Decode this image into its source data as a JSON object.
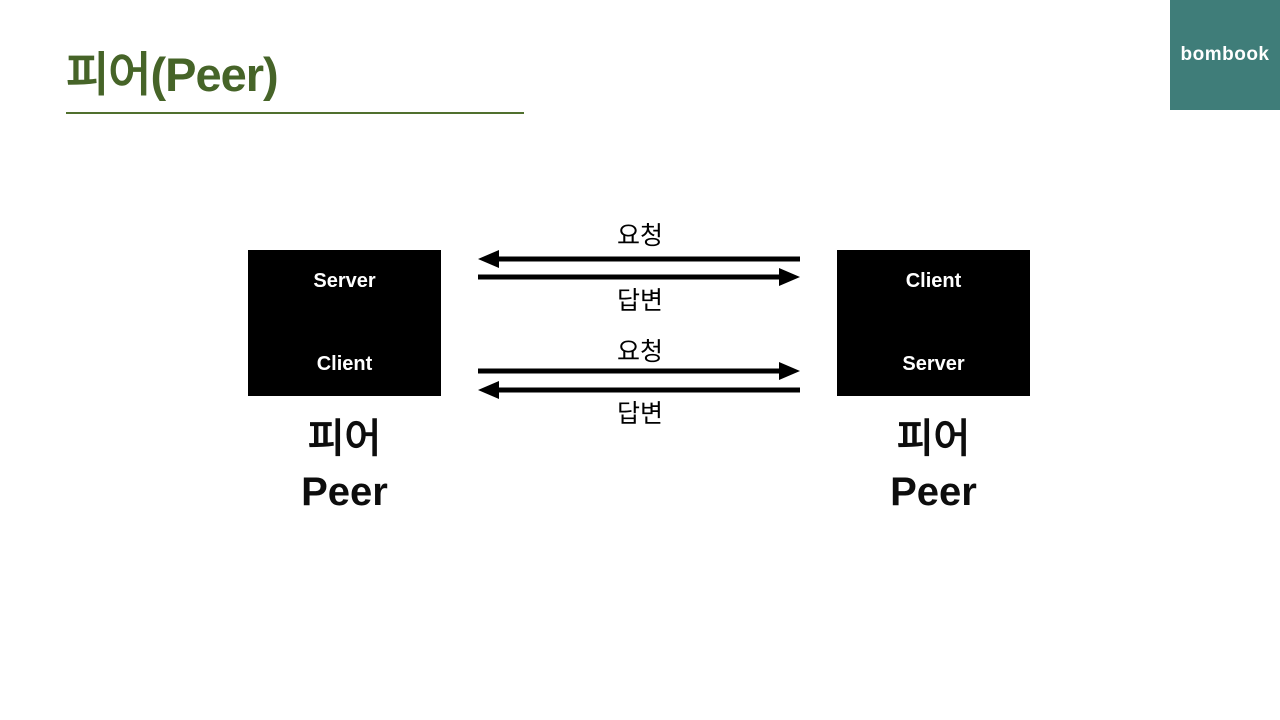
{
  "title": {
    "text": "피어(Peer)"
  },
  "logo": {
    "text": "bombook"
  },
  "colors": {
    "title_green": "#466428",
    "underline_green": "#50702e",
    "logo_teal": "#3f7d79",
    "box_bg": "#000000",
    "box_text": "#ffffff"
  },
  "left_peer": {
    "top_role": "Server",
    "bottom_role": "Client",
    "caption_ko": "피어",
    "caption_en": "Peer"
  },
  "right_peer": {
    "top_role": "Client",
    "bottom_role": "Server",
    "caption_ko": "피어",
    "caption_en": "Peer"
  },
  "top_exchange": {
    "request_label": "요청",
    "response_label": "답변"
  },
  "bottom_exchange": {
    "request_label": "요청",
    "response_label": "답변"
  }
}
